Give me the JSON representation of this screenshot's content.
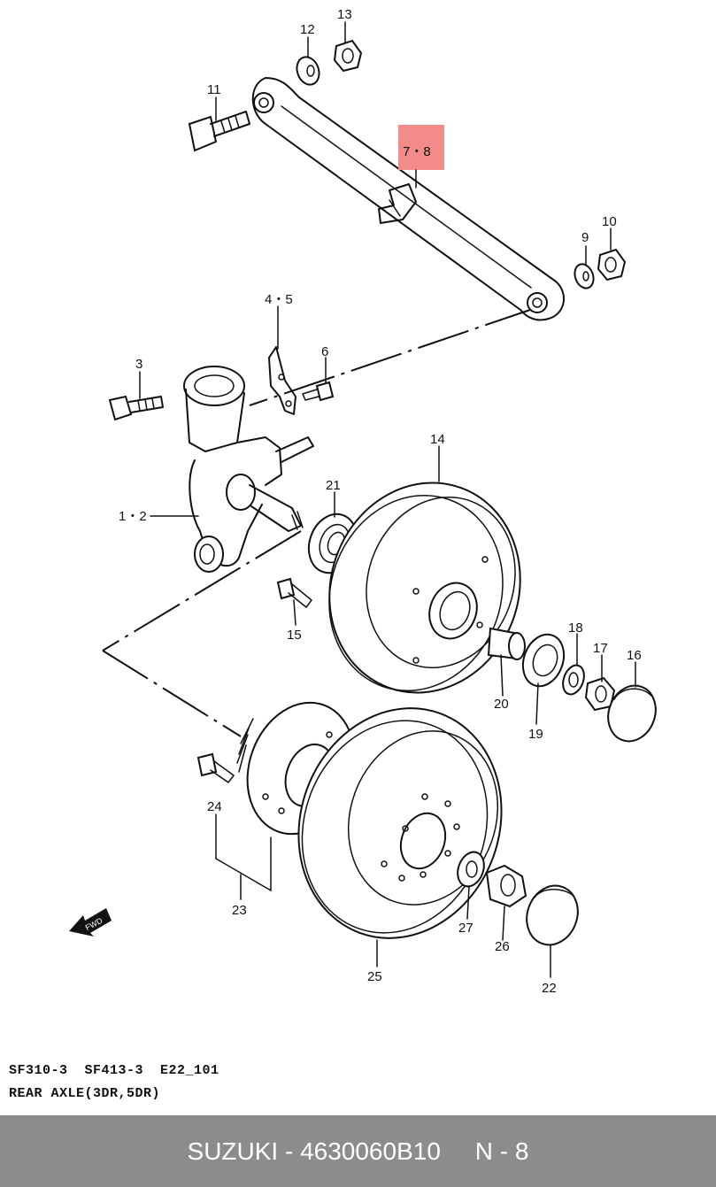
{
  "diagram": {
    "callouts": {
      "p1": "1・2",
      "p3": "3",
      "p4": "4・5",
      "p6": "6",
      "p7": "7・8",
      "p9": "9",
      "p10": "10",
      "p11": "11",
      "p12": "12",
      "p13": "13",
      "p14": "14",
      "p15": "15",
      "p16": "16",
      "p17": "17",
      "p18": "18",
      "p19": "19",
      "p20": "20",
      "p21": "21",
      "p22": "22",
      "p23": "23",
      "p24": "24",
      "p25": "25",
      "p26": "26",
      "p27": "27"
    },
    "fwd_label": "FWD",
    "highlight_color": "#f48b8b"
  },
  "caption": {
    "line1": "SF310-3  SF413-3  E22_101",
    "line2": "REAR AXLE(3DR,5DR)"
  },
  "footer": {
    "text": "SUZUKI - 4630060B10     N - 8"
  },
  "colors": {
    "footer_bg": "#8c8c8c",
    "footer_text": "#ffffff"
  }
}
